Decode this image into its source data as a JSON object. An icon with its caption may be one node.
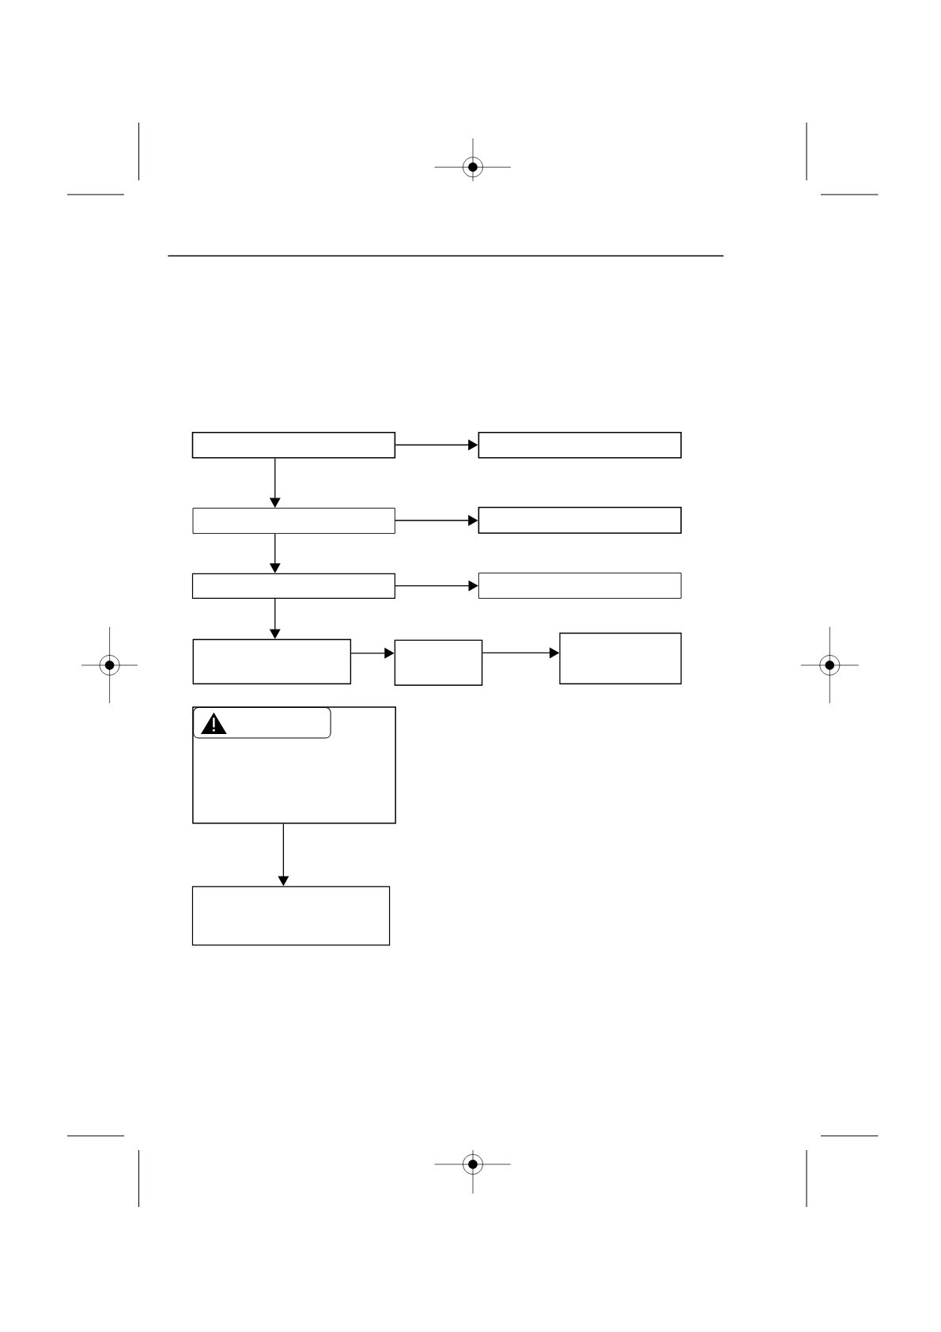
{
  "diagram": {
    "nodes": [
      {
        "text": [],
        "shape": "box"
      },
      {
        "text": [],
        "shape": "box"
      },
      {
        "text": [],
        "shape": "box"
      },
      {
        "text": [],
        "shape": "box"
      },
      {
        "text": [],
        "shape": "box"
      },
      {
        "text": [],
        "shape": "box"
      },
      {
        "text": [],
        "shape": "box"
      },
      {
        "text": [],
        "shape": "box"
      },
      {
        "text": [],
        "shape": "box"
      },
      {
        "text": [],
        "shape": "box"
      },
      {
        "text": [],
        "shape": "box"
      }
    ],
    "edges": [
      {
        "from": 0,
        "to": 1,
        "arrow": "to"
      },
      {
        "from": 0,
        "to": 2,
        "arrow": "to"
      },
      {
        "from": 2,
        "to": 3,
        "arrow": "to"
      },
      {
        "from": 2,
        "to": 4,
        "arrow": "to"
      },
      {
        "from": 4,
        "to": 5,
        "arrow": "to"
      },
      {
        "from": 4,
        "to": 6,
        "arrow": "to"
      },
      {
        "from": 6,
        "to": 7,
        "arrow": "to"
      },
      {
        "from": 7,
        "to": 8,
        "arrow": "to"
      },
      {
        "from": 9,
        "to": 10,
        "arrow": "to"
      }
    ]
  }
}
